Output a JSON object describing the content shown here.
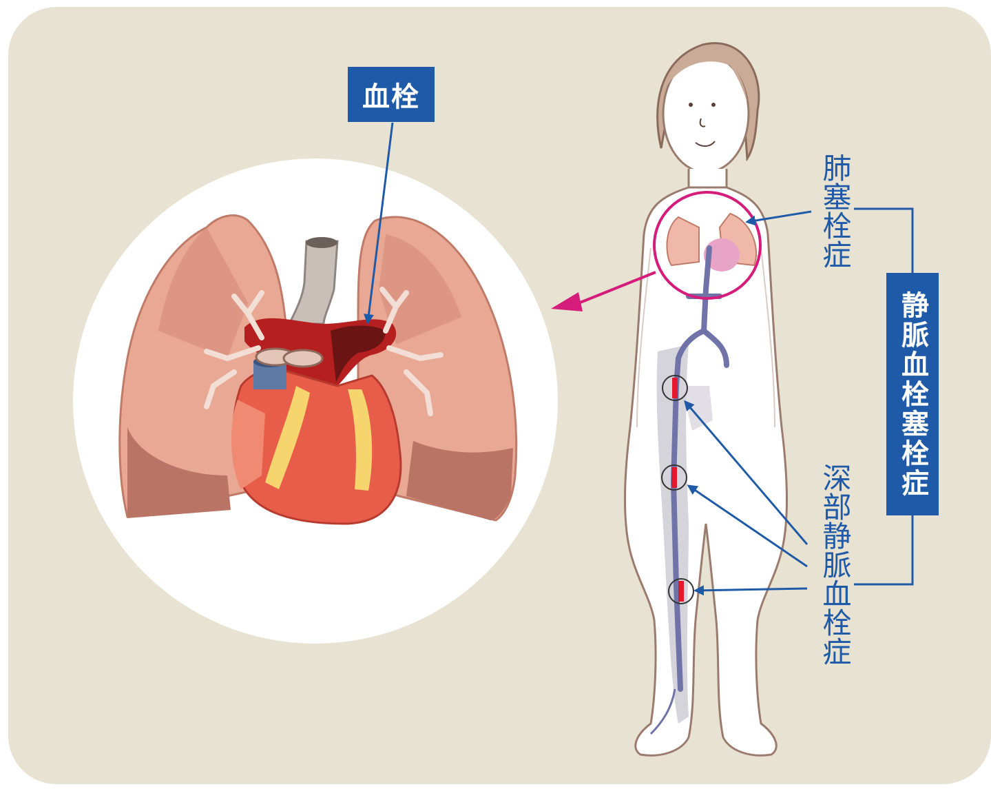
{
  "labels": {
    "clot": "血栓",
    "pulmonary_embolism": "肺塞栓症",
    "vte": "静脈血栓塞栓症",
    "dvt": "深部静脈血栓症"
  },
  "colors": {
    "background": "#e8e2d2",
    "label_blue": "#1e5aa8",
    "magenta": "#d61c7b",
    "thrombus_red": "#e3182d",
    "lung": "#e8a893",
    "heart": "#e85c4a",
    "vein": "#6f73a8"
  },
  "icons": [
    "lungs-heart-illustration",
    "human-body-figure",
    "arrow-icon"
  ]
}
